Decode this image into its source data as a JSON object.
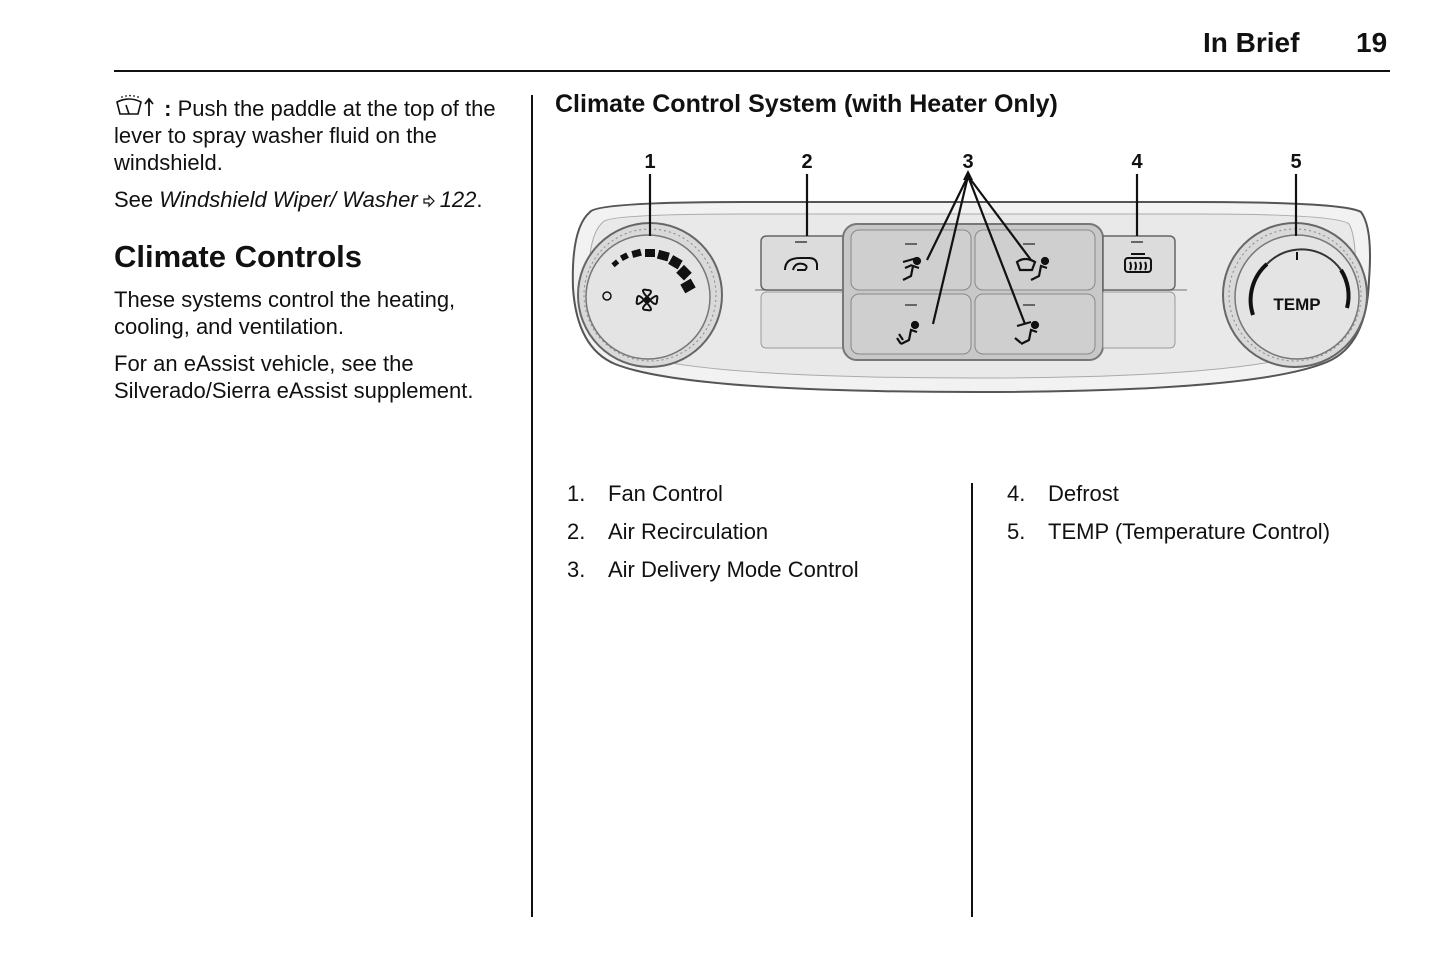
{
  "header": {
    "section": "In Brief",
    "page": "19"
  },
  "left": {
    "washer_icon": "windshield-washer-icon",
    "washer_sep": ":",
    "washer_text": "Push the paddle at the top of the lever to spray washer fluid on the windshield.",
    "see_prefix": "See",
    "see_link": "Windshield Wiper/ Washer",
    "xref_icon": "page-reference-arrow-icon",
    "see_page": "122",
    "see_suffix": ".",
    "heading": "Climate Controls",
    "para1": "These systems control the heating, cooling, and ventilation.",
    "para2": "For an eAssist vehicle, see the Silverado/Sierra eAssist supplement."
  },
  "right": {
    "title": "Climate Control System (with Heater Only)",
    "callouts": [
      "1",
      "2",
      "3",
      "4",
      "5"
    ],
    "knob_label": "TEMP",
    "button_icons": [
      "fan-icon",
      "recirculation-icon",
      "vent-mode-icon",
      "defrost-floor-mode-icon",
      "floor-mode-icon",
      "bi-level-mode-icon",
      "rear-defrost-icon"
    ],
    "list_left": [
      {
        "num": "1.",
        "label": "Fan Control"
      },
      {
        "num": "2.",
        "label": "Air Recirculation"
      },
      {
        "num": "3.",
        "label": "Air Delivery Mode Control"
      }
    ],
    "list_right": [
      {
        "num": "4.",
        "label": "Defrost"
      },
      {
        "num": "5.",
        "label": "TEMP (Temperature Control)"
      }
    ]
  }
}
